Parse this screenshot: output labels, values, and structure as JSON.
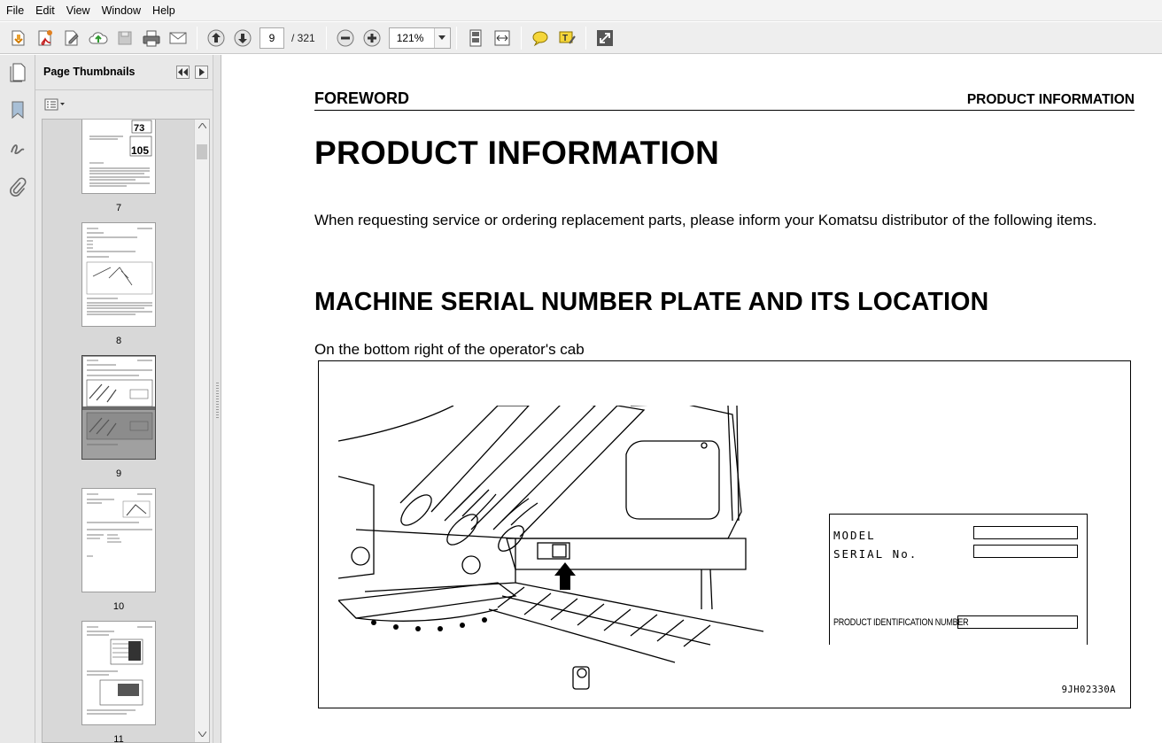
{
  "menu": [
    "File",
    "Edit",
    "View",
    "Window",
    "Help"
  ],
  "toolbar": {
    "current_page": "9",
    "total_pages": "/ 321",
    "zoom": "121%"
  },
  "panel": {
    "title": "Page Thumbnails",
    "thumbnails": [
      {
        "label": "7",
        "badge_top": "73",
        "badge_bottom": "105"
      },
      {
        "label": "8"
      },
      {
        "label": "9",
        "selected": true
      },
      {
        "label": "10"
      },
      {
        "label": "11"
      }
    ]
  },
  "document": {
    "header_left": "FOREWORD",
    "header_right": "PRODUCT INFORMATION",
    "title": "PRODUCT INFORMATION",
    "intro": "When requesting service or ordering replacement parts, please inform your Komatsu distributor of the following items.",
    "section_title": "MACHINE SERIAL NUMBER PLATE AND ITS LOCATION",
    "location_text": "On the bottom right of the operator's cab",
    "plate": {
      "model_label": "MODEL",
      "serial_label": "SERIAL No.",
      "pin_label": "PRODUCT IDENTIFICATION NUMBER"
    },
    "figure_code": "9JH02330A"
  },
  "colors": {
    "toolbar_bg": "#eeeeee",
    "panel_bg": "#e8e8e8",
    "selected_thumb": "#a0a0a0",
    "nav_icon": "#6a6a6a"
  }
}
